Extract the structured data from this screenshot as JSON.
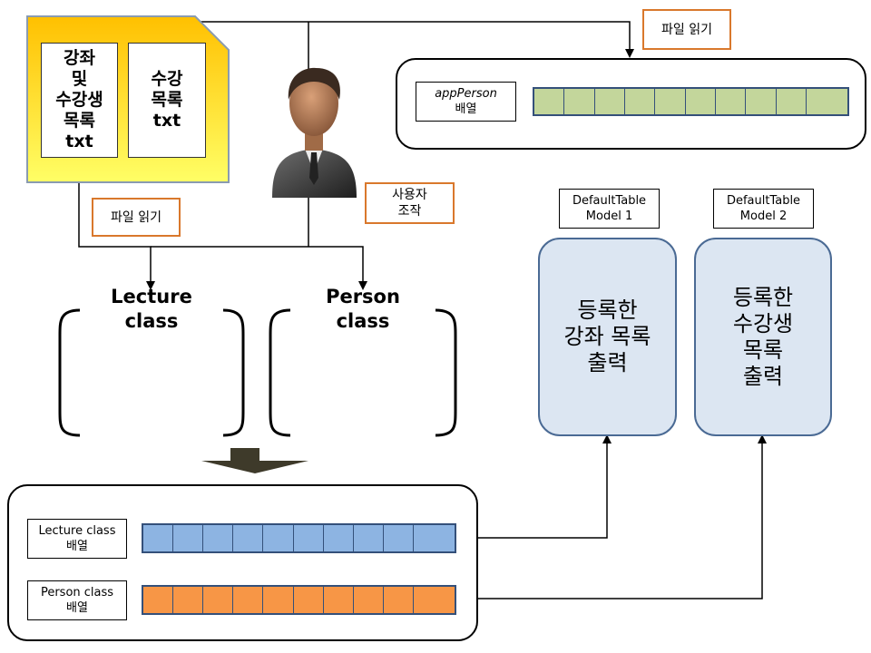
{
  "files": {
    "lecture_list": "강좌\n및\n수강생\n목록\ntxt",
    "enroll_list": "수강\n목록\ntxt"
  },
  "labels": {
    "file_read_top": "파일 읽기",
    "file_read_left": "파일 읽기",
    "user_action": "사용자\n조작",
    "app_person_name": "appPerson",
    "app_person_suffix": "배열",
    "model1": "DefaultTable\nModel 1",
    "model2": "DefaultTable\nModel 2",
    "lecture_array": "Lecture class\n배열",
    "person_array": "Person class\n배열"
  },
  "classes": {
    "lecture": "Lecture\nclass",
    "person": "Person\nclass"
  },
  "outputs": {
    "model1": "등록한\n강좌 목록\n출력",
    "model2": "등록한\n수강생\n목록\n출력"
  },
  "colors": {
    "folder_top": "#ffc000",
    "folder_bottom": "#ffff66",
    "app_person_cells": "#c3d69b",
    "lecture_cells": "#8db4e2",
    "person_cells": "#f79646",
    "orange_border": "#d9782c",
    "model_fill": "#dce6f2",
    "model_border": "#4a6a94"
  },
  "icons": {
    "user": "user-icon",
    "down_arrow": "big-down-arrow-icon"
  }
}
